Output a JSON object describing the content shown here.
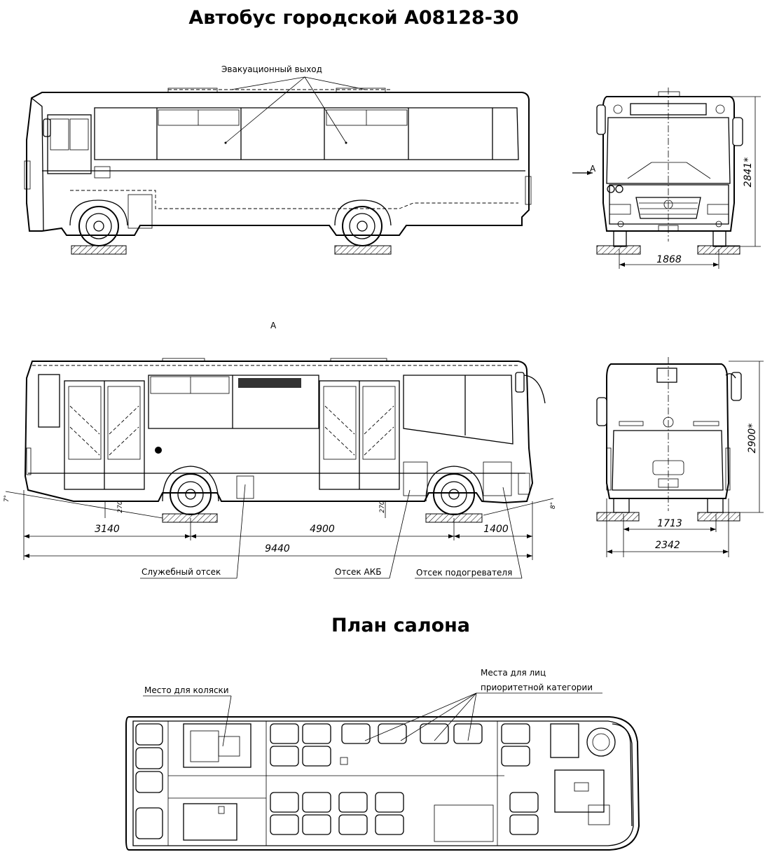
{
  "title": "Автобус городской А08128-30",
  "plan_title": "План салона",
  "view_marker": "А",
  "labels": {
    "evacuation_exit": "Эвакуационный выход",
    "service_compartment": "Служебный отсек",
    "battery_compartment": "Отсек АКБ",
    "heater_compartment": "Отсек подогревателя",
    "wheelchair_place": "Место для коляски",
    "priority_seats_line1": "Места для лиц",
    "priority_seats_line2": "приоритетной категории"
  },
  "dimensions": {
    "front_track": "1868",
    "front_height": "2841*",
    "front_overhang": "3140",
    "wheelbase": "4900",
    "rear_overhang": "1400",
    "overall_length": "9440",
    "rear_track": "1713",
    "overall_width": "2342",
    "rear_height": "2900*",
    "ground_clearance": "270",
    "approach_angle": "7°",
    "departure_angle": "8°"
  }
}
